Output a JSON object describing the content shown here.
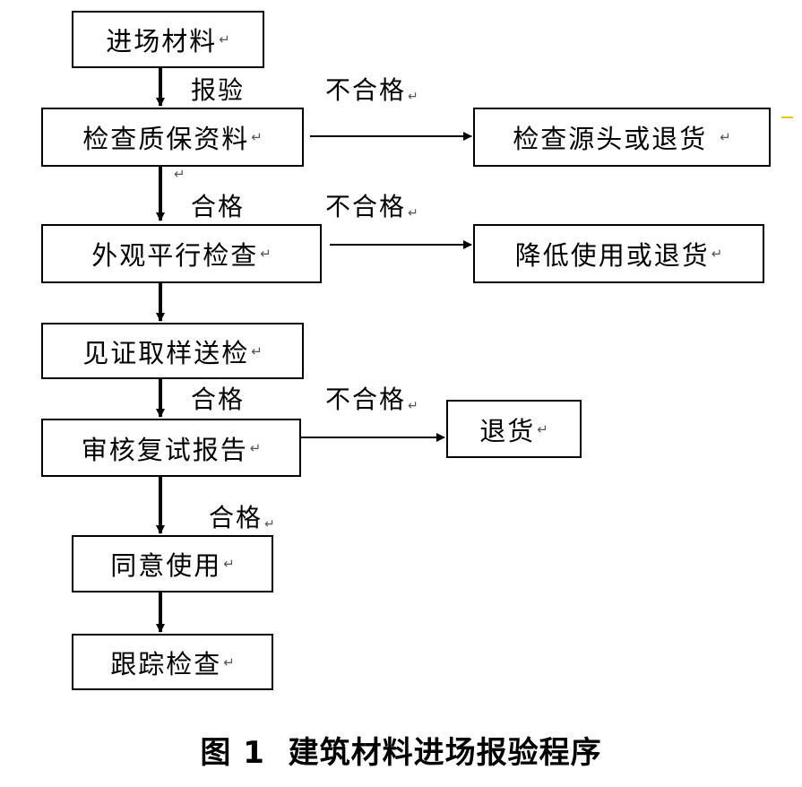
{
  "nodes": {
    "incoming_materials": "进场材料",
    "check_quality_docs": "检查质保资料",
    "visual_parallel_check": "外观平行检查",
    "witness_sampling": "见证取样送检",
    "review_retest_report": "审核复试报告",
    "approve_use": "同意使用",
    "follow_up_check": "跟踪检查",
    "trace_source_or_return": "检查源头或退货",
    "downgrade_or_return": "降低使用或退货",
    "return_goods": "退货"
  },
  "edges": {
    "report_inspection": "报验",
    "pass": "合格",
    "fail": "不合格"
  },
  "marks": {
    "return": "↵"
  },
  "caption": "图 1  建筑材料进场报验程序"
}
